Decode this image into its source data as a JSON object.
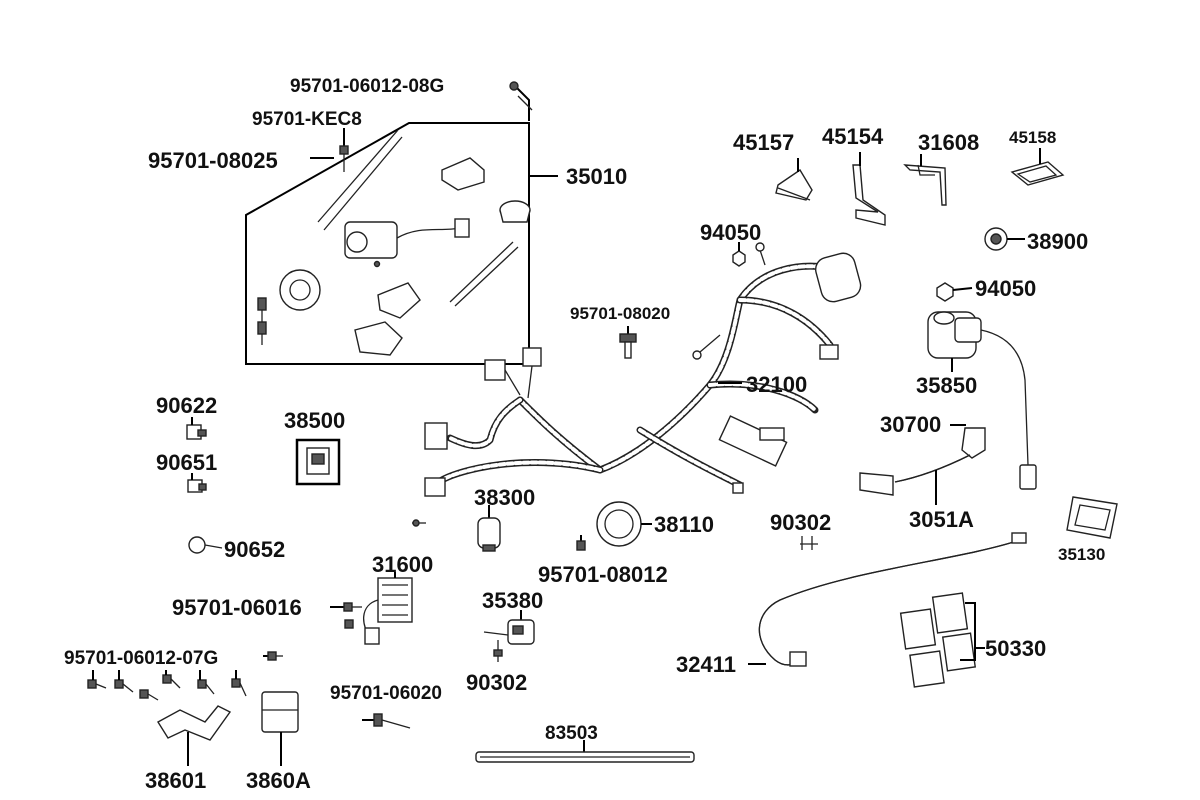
{
  "labels": {
    "p95701_06012_08G": "95701-06012-08G",
    "p95701_KEC8": "95701-KEC8",
    "p95701_08025": "95701-08025",
    "p35010": "35010",
    "p45157": "45157",
    "p45154": "45154",
    "p31608": "31608",
    "p45158": "45158",
    "p94050a": "94050",
    "p38900": "38900",
    "p94050b": "94050",
    "p95701_08020": "95701-08020",
    "p35850": "35850",
    "p32100": "32100",
    "p90622": "90622",
    "p38500": "38500",
    "p90651": "90651",
    "p30700": "30700",
    "p38300": "38300",
    "p38110": "38110",
    "p90302a": "90302",
    "p3051A": "3051A",
    "p90652": "90652",
    "p95701_08012": "95701-08012",
    "p35130": "35130",
    "p31600": "31600",
    "p35380": "35380",
    "p95701_06016": "95701-06016",
    "p50330": "50330",
    "p32411": "32411",
    "p95701_06012_07G": "95701-06012-07G",
    "p90302b": "90302",
    "p95701_06020": "95701-06020",
    "p83503": "83503",
    "p38601": "38601",
    "p3860A": "3860A"
  }
}
